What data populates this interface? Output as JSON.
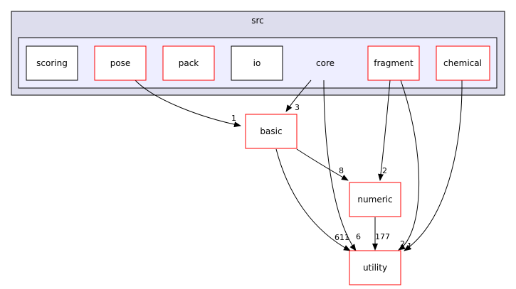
{
  "outer_cluster": {
    "label": "src",
    "fill": "#dddded",
    "stroke": "#000000"
  },
  "inner_cluster": {
    "fill": "#eeeeff",
    "stroke": "#000000"
  },
  "colors": {
    "red_border": "#ff0000",
    "black_border": "#000000",
    "edge": "#000000"
  },
  "nodes": {
    "scoring": {
      "label": "scoring",
      "border": "black"
    },
    "pose": {
      "label": "pose",
      "border": "red"
    },
    "pack": {
      "label": "pack",
      "border": "red"
    },
    "io": {
      "label": "io",
      "border": "black"
    },
    "core": {
      "label": "core",
      "border": "none"
    },
    "fragment": {
      "label": "fragment",
      "border": "red"
    },
    "chemical": {
      "label": "chemical",
      "border": "red"
    },
    "basic": {
      "label": "basic",
      "border": "red"
    },
    "numeric": {
      "label": "numeric",
      "border": "red"
    },
    "utility": {
      "label": "utility",
      "border": "red"
    }
  },
  "edges": {
    "pose_basic": {
      "from": "pose",
      "to": "basic",
      "label": "1"
    },
    "core_basic": {
      "from": "core",
      "to": "basic",
      "label": "3"
    },
    "basic_numeric": {
      "from": "basic",
      "to": "numeric",
      "label": "8"
    },
    "fragment_numeric": {
      "from": "fragment",
      "to": "numeric",
      "label": "2"
    },
    "basic_utility": {
      "from": "basic",
      "to": "utility",
      "label": "611"
    },
    "core_utility": {
      "from": "core",
      "to": "utility",
      "label": "6"
    },
    "numeric_utility": {
      "from": "numeric",
      "to": "utility",
      "label": "177"
    },
    "fragment_utility": {
      "from": "fragment",
      "to": "utility",
      "label": "2"
    },
    "chemical_utility": {
      "from": "chemical",
      "to": "utility",
      "label": "1"
    }
  }
}
